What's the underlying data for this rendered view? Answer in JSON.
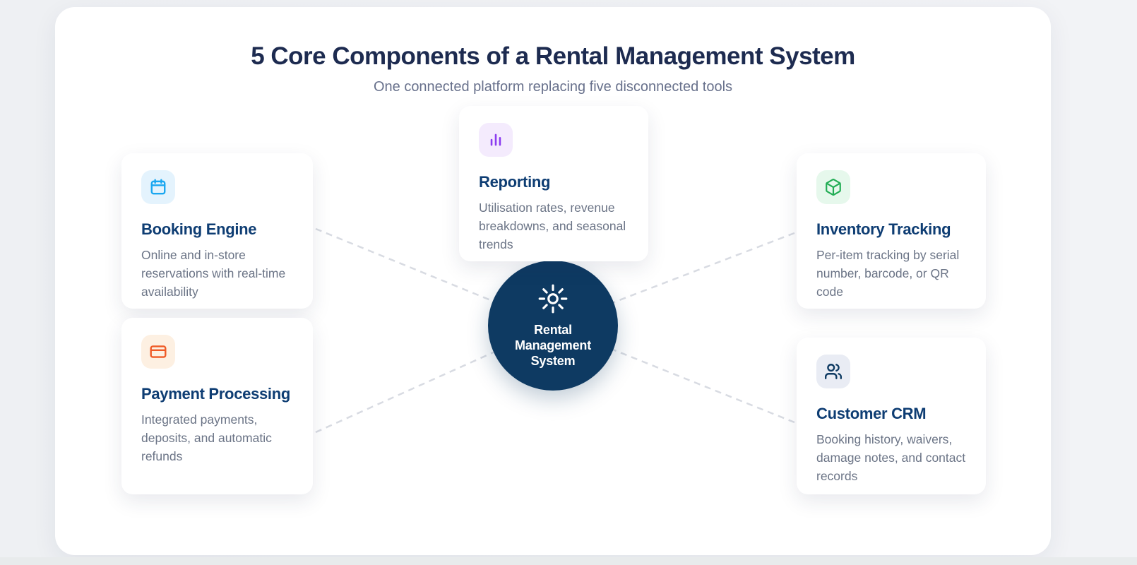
{
  "page": {
    "title": "5 Core Components of a Rental Management System",
    "subtitle": "One connected platform replacing five disconnected tools"
  },
  "hub": {
    "icon": "sunburst-icon",
    "line1": "Rental",
    "line2": "Management",
    "line3": "System",
    "bg_color": "#0e3a62",
    "text_color": "#ffffff"
  },
  "cards": [
    {
      "id": "booking-engine",
      "title": "Booking Engine",
      "description": "Online and in-store reservations with real-time availability",
      "icon": "calendar-icon",
      "icon_color": "#1aa7f0",
      "icon_bg": "#e4f3fd"
    },
    {
      "id": "payment-processing",
      "title": "Payment Processing",
      "description": "Integrated payments, deposits, and automatic refunds",
      "icon": "credit-card-icon",
      "icon_color": "#ef5a26",
      "icon_bg": "#fdf0e2"
    },
    {
      "id": "reporting",
      "title": "Reporting",
      "description": "Utilisation rates, revenue breakdowns, and seasonal trends",
      "icon": "bar-chart-icon",
      "icon_color": "#8b3cf0",
      "icon_bg": "#f4ebfd"
    },
    {
      "id": "inventory-tracking",
      "title": "Inventory Tracking",
      "description": "Per-item tracking by serial number, barcode, or QR code",
      "icon": "cube-icon",
      "icon_color": "#22ad55",
      "icon_bg": "#e6f8ec"
    },
    {
      "id": "customer-crm",
      "title": "Customer CRM",
      "description": "Booking history, waivers, damage notes, and contact records",
      "icon": "users-icon",
      "icon_color": "#0e3a62",
      "icon_bg": "#e9ecf4"
    }
  ],
  "connector_color": "#d8dbe2"
}
